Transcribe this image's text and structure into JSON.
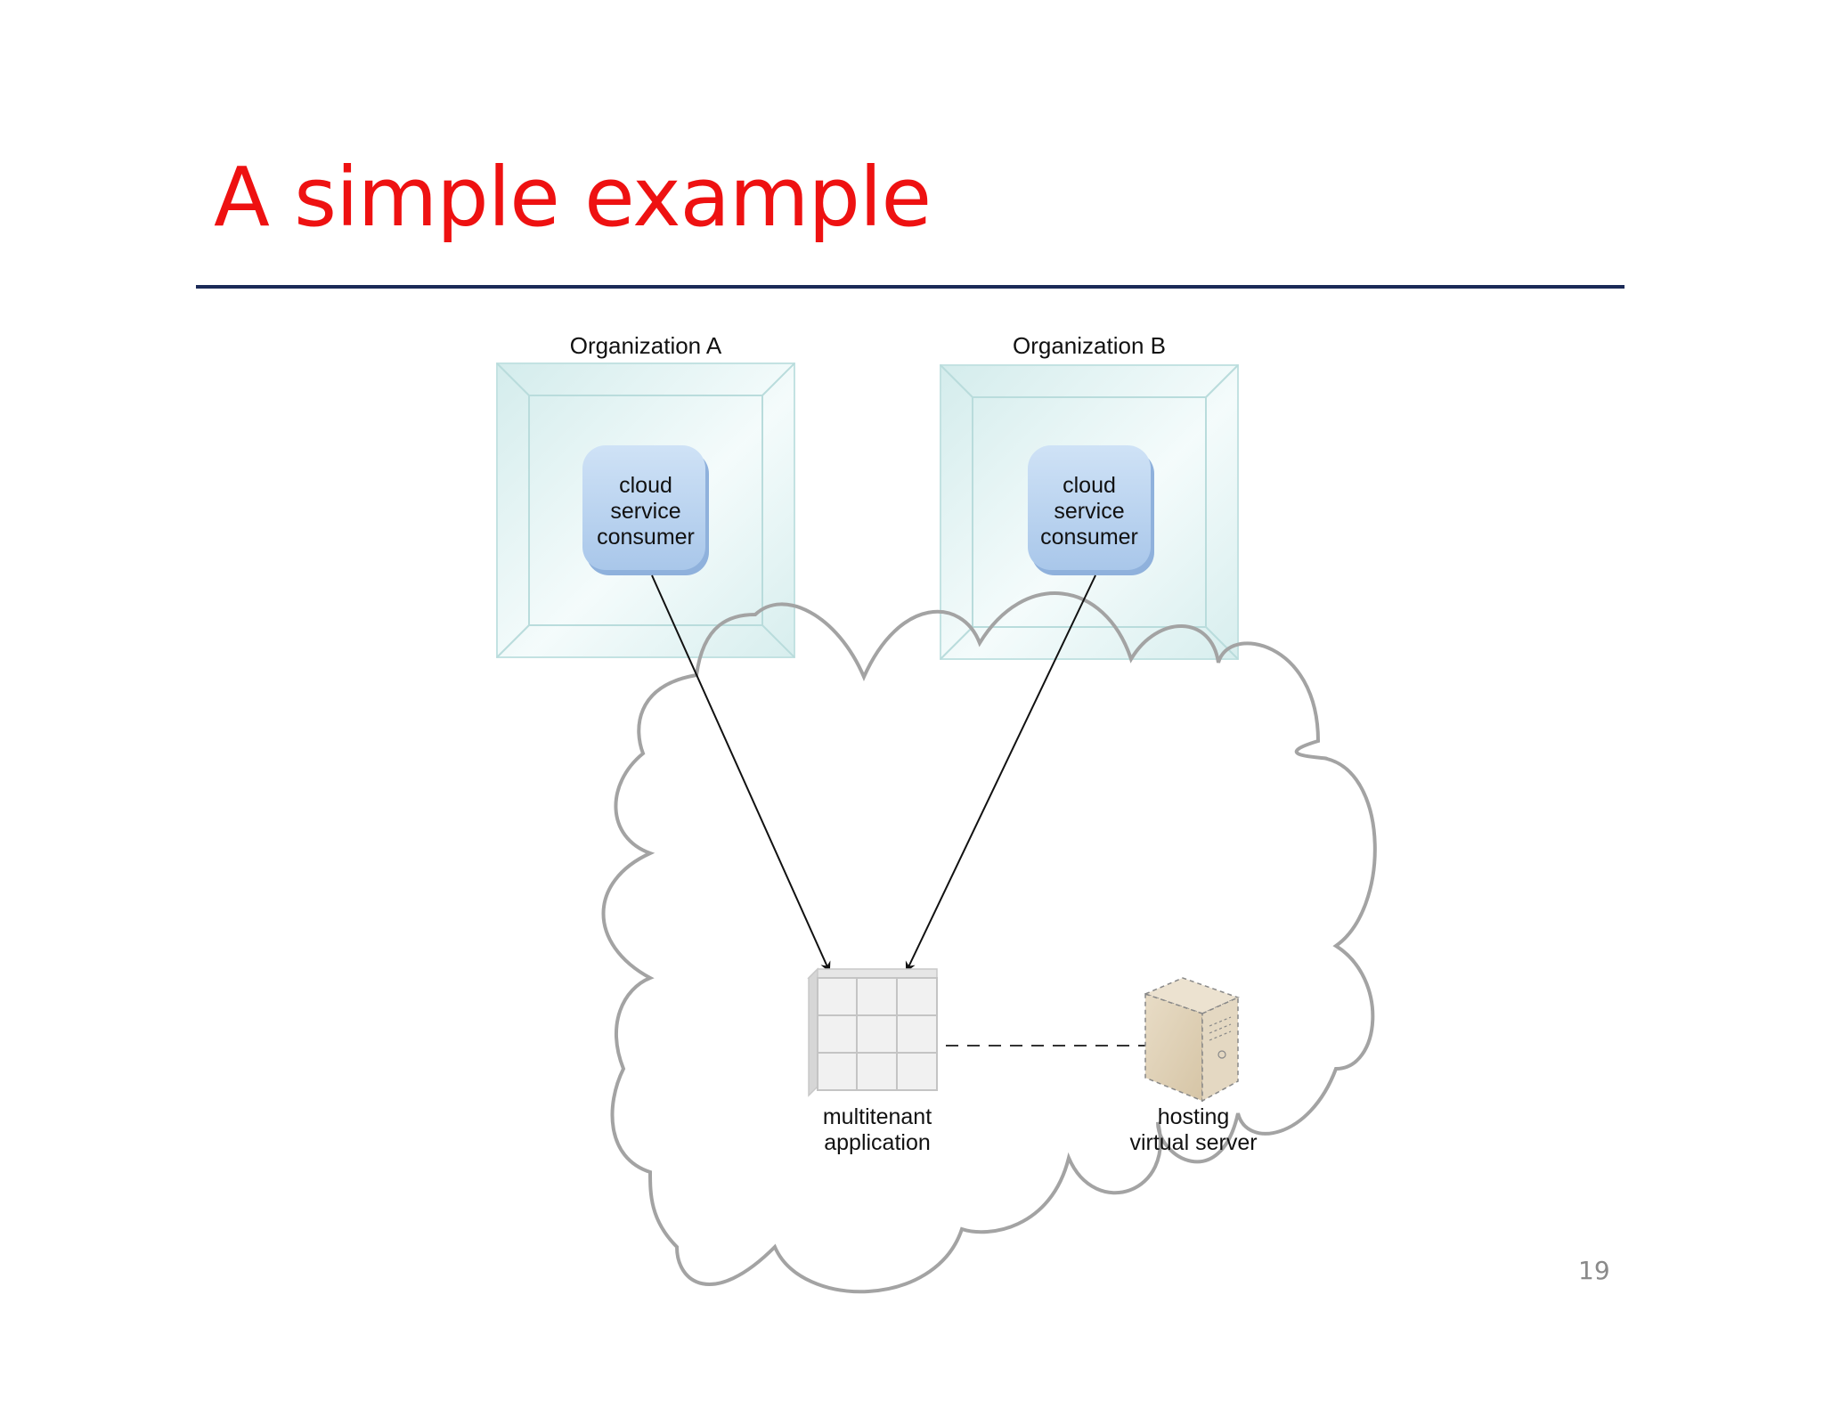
{
  "slide": {
    "title": "A simple example",
    "page_number": "19"
  },
  "diagram": {
    "org_a": {
      "label": "Organization A",
      "consumer": [
        "cloud",
        "service",
        "consumer"
      ]
    },
    "org_b": {
      "label": "Organization B",
      "consumer": [
        "cloud",
        "service",
        "consumer"
      ]
    },
    "app": {
      "label": [
        "multitenant",
        "application"
      ]
    },
    "server": {
      "label": [
        "hosting",
        "virtual server"
      ]
    }
  },
  "colors": {
    "title": "#ee1111",
    "rule": "#1b2a57",
    "org_box": "#d9f0f0",
    "consumer_fill": "#aac8ea",
    "cloud_stroke": "#999999",
    "server_fill": "#e0d2ba"
  }
}
